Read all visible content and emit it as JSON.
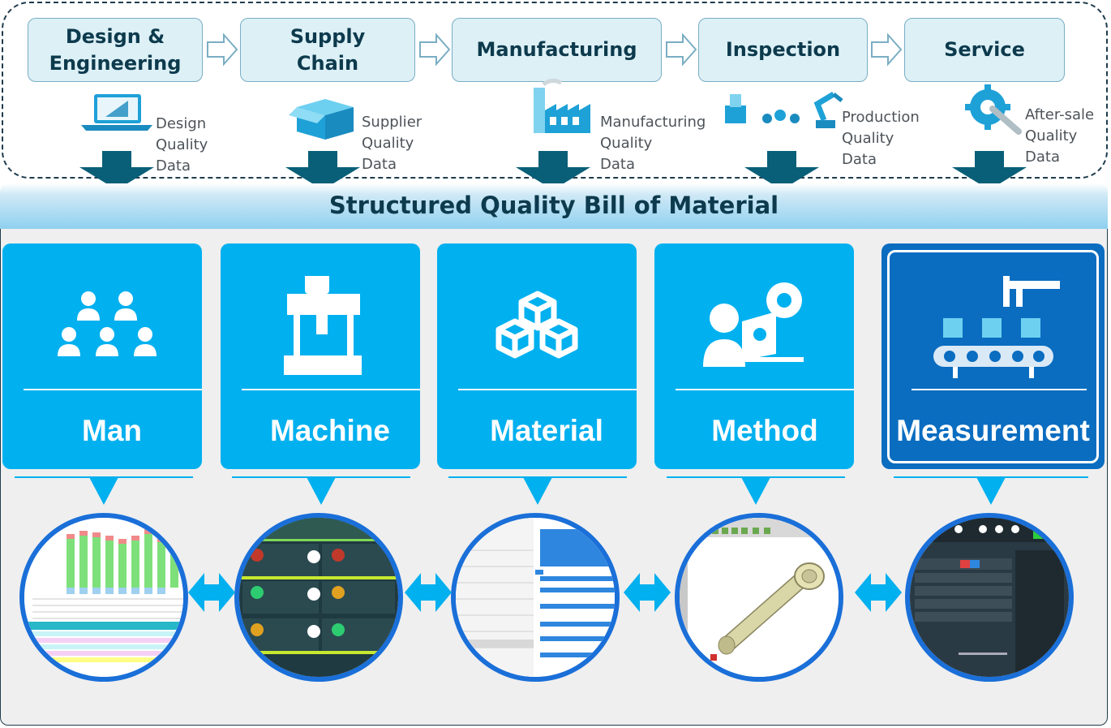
{
  "stages": [
    {
      "label": "Design &\nEngineering",
      "data_label": "Design\nQuality\nData",
      "icon": "design-laptop-icon"
    },
    {
      "label": "Supply\nChain",
      "data_label": "Supplier\nQuality\nData",
      "icon": "supplier-box-icon"
    },
    {
      "label": "Manufacturing",
      "data_label": "Manufacturing\nQuality\nData",
      "icon": "factory-icon"
    },
    {
      "label": "Inspection",
      "data_label": "Production\nQuality\nData",
      "icon": "robot-arm-icon"
    },
    {
      "label": "Service",
      "data_label": "After-sale\nQuality\nData",
      "icon": "wrench-gear-icon"
    }
  ],
  "bom_title": "Structured Quality Bill of Material",
  "categories": [
    {
      "label": "Man",
      "icon": "people-group-icon"
    },
    {
      "label": "Machine",
      "icon": "press-machine-icon"
    },
    {
      "label": "Material",
      "icon": "stacked-cubes-icon"
    },
    {
      "label": "Method",
      "icon": "engineer-computer-icon"
    },
    {
      "label": "Measurement",
      "icon": "caliper-conveyor-icon",
      "selected": true
    }
  ],
  "screenshots": [
    {
      "name": "man-chart-screenshot"
    },
    {
      "name": "machine-list-screenshot"
    },
    {
      "name": "material-tree-screenshot"
    },
    {
      "name": "method-cad-screenshot"
    },
    {
      "name": "measurement-app-screenshot"
    }
  ],
  "colors": {
    "stage_fill": "#dcf0f6",
    "navy_text": "#0d3a4d",
    "arrow_teal": "#0a5f78",
    "card_blue": "#00b0ef",
    "card_selected": "#0a6dc0",
    "circle_border": "#1a6fd8"
  }
}
